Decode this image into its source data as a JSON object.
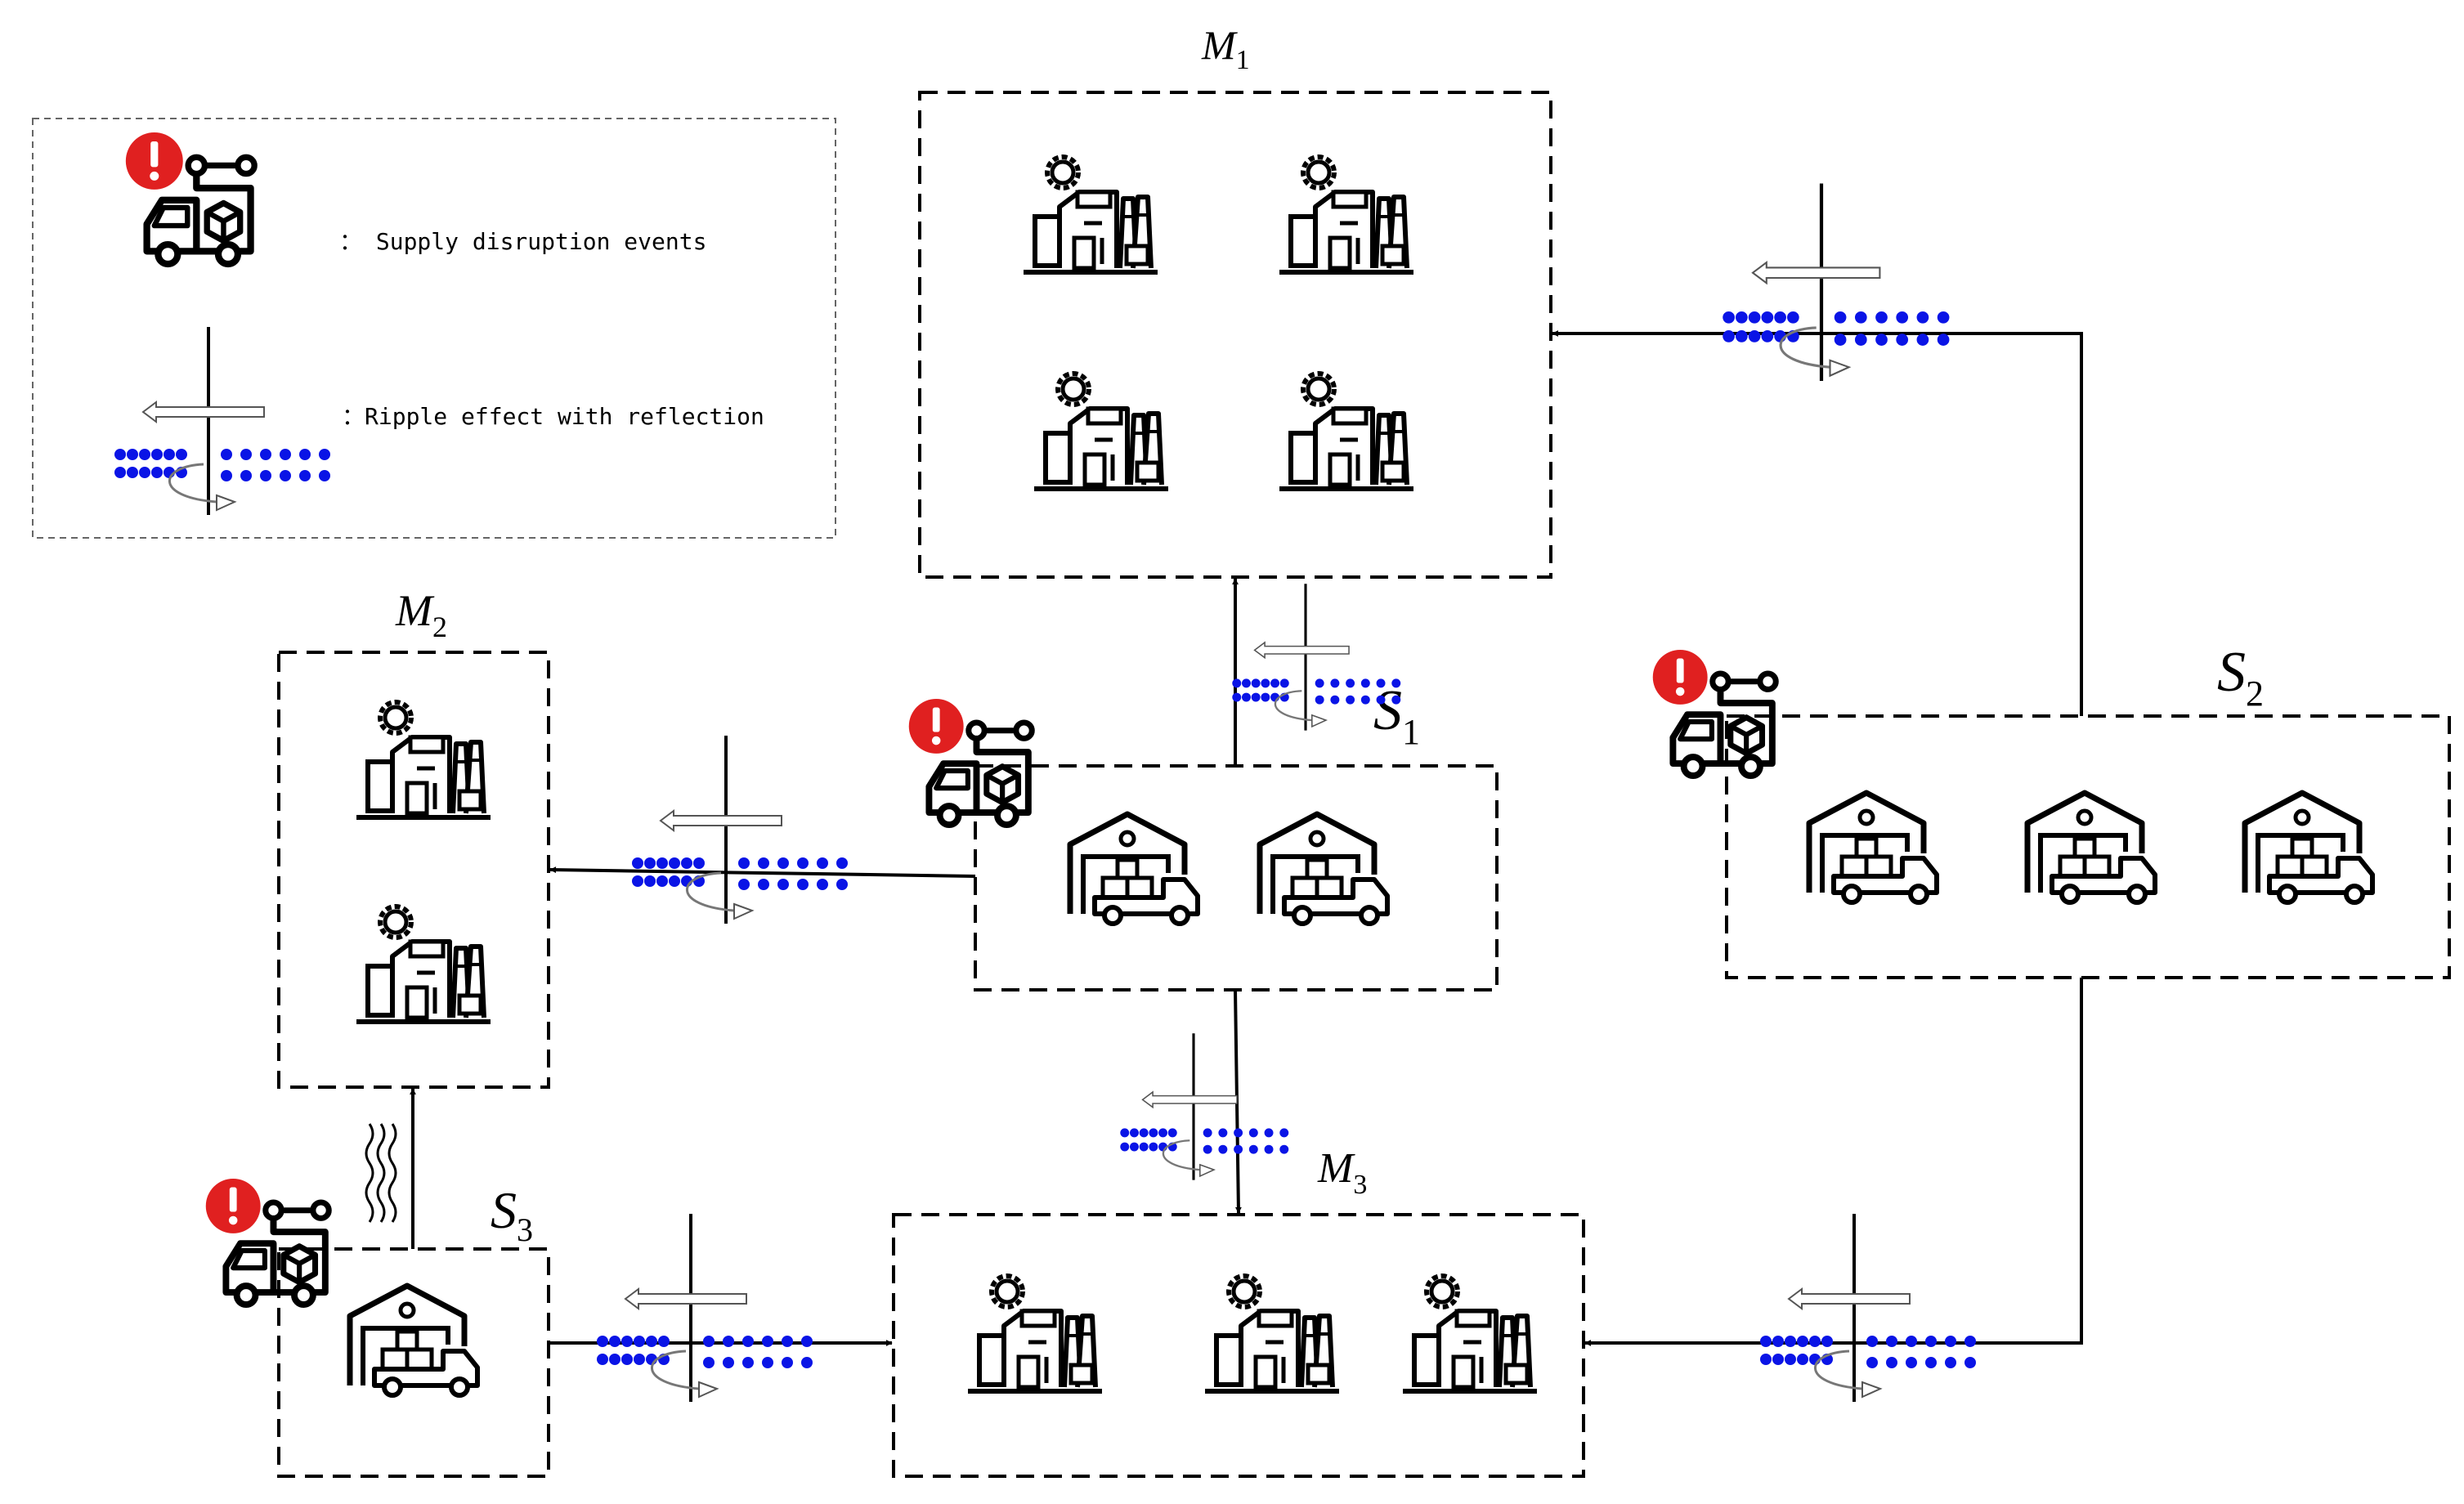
{
  "legend": {
    "disruption_text": "：  Supply disruption events",
    "ripple_text": "：Ripple effect with reflection"
  },
  "nodes": {
    "m1": {
      "letter": "M",
      "sub": "1"
    },
    "m2": {
      "letter": "M",
      "sub": "2"
    },
    "m3": {
      "letter": "M",
      "sub": "3"
    },
    "s1": {
      "letter": "S",
      "sub": "1"
    },
    "s2": {
      "letter": "S",
      "sub": "2"
    },
    "s3": {
      "letter": "S",
      "sub": "3"
    }
  },
  "icons": {
    "factory": "factory-icon",
    "warehouse": "warehouse-icon",
    "truck": "delivery-truck-icon",
    "alert": "exclamation-alert-icon",
    "ripple": "ripple-effect-icon",
    "wavy": "wavy-lines-icon"
  },
  "colors": {
    "alert": "#e02020",
    "ripple_dots": "#0a14e6",
    "line": "#000000"
  }
}
